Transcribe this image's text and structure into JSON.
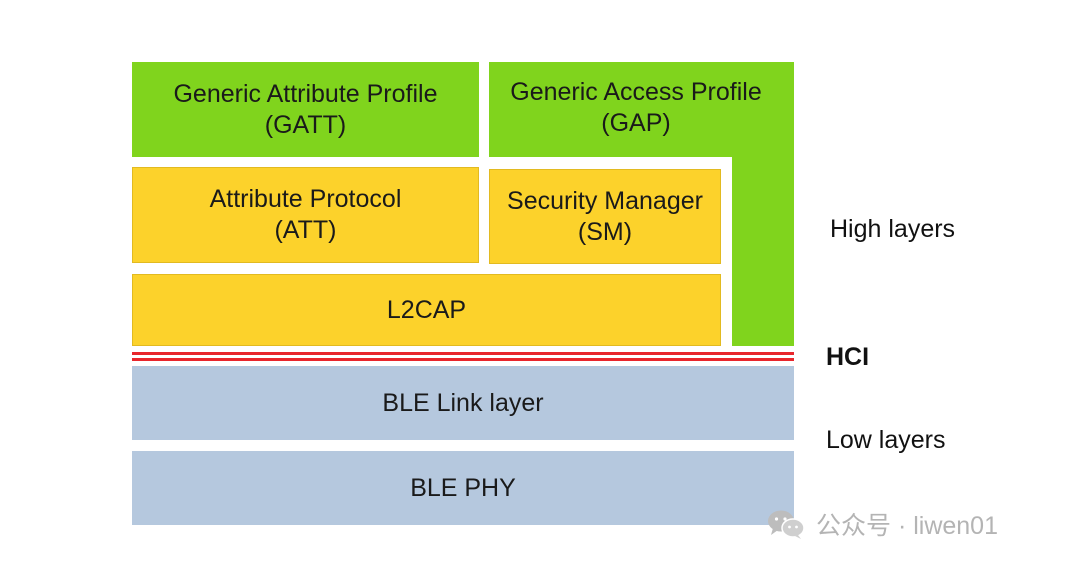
{
  "layers": {
    "gatt": {
      "name": "Generic Attribute Profile",
      "abbr": "(GATT)"
    },
    "gap": {
      "name": "Generic Access Profile",
      "abbr": "(GAP)"
    },
    "att": {
      "name": "Attribute Protocol",
      "abbr": "(ATT)"
    },
    "sm": {
      "name": "Security Manager",
      "abbr": "(SM)"
    },
    "l2cap": {
      "name": "L2CAP"
    },
    "link_layer": {
      "name": "BLE Link layer"
    },
    "phy": {
      "name": "BLE PHY"
    }
  },
  "labels": {
    "high_layers": "High layers",
    "hci": "HCI",
    "low_layers": "Low layers"
  },
  "watermark": {
    "text": "公众号 · liwen01",
    "icon": "wechat-icon"
  },
  "colors": {
    "green": "#80d41d",
    "yellow": "#fcd22b",
    "blue": "#b5c8de",
    "hci_line": "#e8262c",
    "watermark": "#b4b4b4"
  }
}
